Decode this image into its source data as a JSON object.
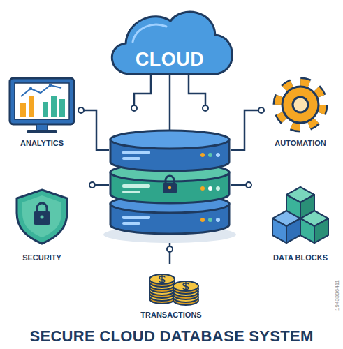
{
  "diagram": {
    "title": "SECURE CLOUD DATABASE SYSTEM",
    "nodes": [
      {
        "text": [
          "CLOUD"
        ]
      },
      {
        "text": [
          "ANALYTICS"
        ]
      },
      {
        "text": [
          "AUTOMATION"
        ]
      },
      {
        "text": [
          "SECURITY"
        ]
      },
      {
        "text": [
          "DATA BLOCKS"
        ]
      },
      {
        "text": [
          "TRANSACTIONS"
        ]
      }
    ],
    "labels": [
      "1943396411"
    ]
  }
}
